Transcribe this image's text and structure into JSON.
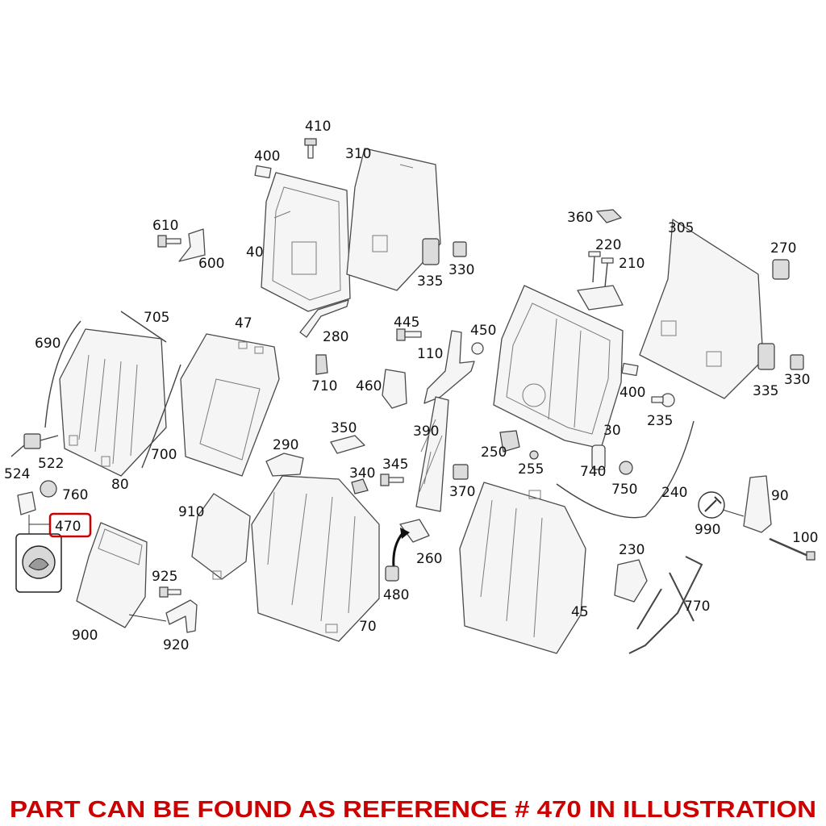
{
  "diagram": {
    "callouts": [
      "410",
      "400",
      "310",
      "610",
      "600",
      "40",
      "360",
      "305",
      "270",
      "220",
      "210",
      "335",
      "330",
      "705",
      "47",
      "690",
      "445",
      "450",
      "280",
      "110",
      "710",
      "460",
      "400",
      "335",
      "330",
      "235",
      "30",
      "350",
      "390",
      "290",
      "700",
      "524",
      "522",
      "80",
      "250",
      "255",
      "740",
      "340",
      "345",
      "750",
      "240",
      "760",
      "370",
      "910",
      "90",
      "260",
      "990",
      "100",
      "230",
      "925",
      "480",
      "770",
      "45",
      "70",
      "900",
      "920"
    ],
    "highlighted_callout": "470"
  },
  "footer": {
    "note": "PART CAN BE FOUND AS REFERENCE # 470 IN ILLUSTRATION"
  },
  "colors": {
    "accent": "#cc0000",
    "line": "#4a4a4a"
  }
}
